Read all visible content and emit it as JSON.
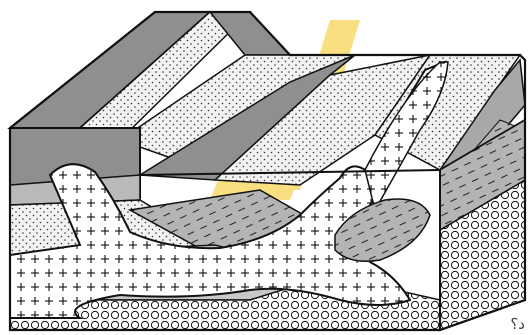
{
  "figure": {
    "description_kind": "geologic-block-diagram",
    "corner_label": "د؟",
    "watermark_visible": true,
    "colors": {
      "outline": "#111111",
      "dark_layer": "#8f8f8f",
      "mid_layer": "#b9b9b9",
      "light_layer": "#efefef",
      "intrusion_fill": "#ffffff",
      "watermark": "#f5c518"
    },
    "patterns": [
      "dotted-sandstone",
      "dashed-shale",
      "cross-granite",
      "circles-conglomerate",
      "plain-grey"
    ]
  }
}
